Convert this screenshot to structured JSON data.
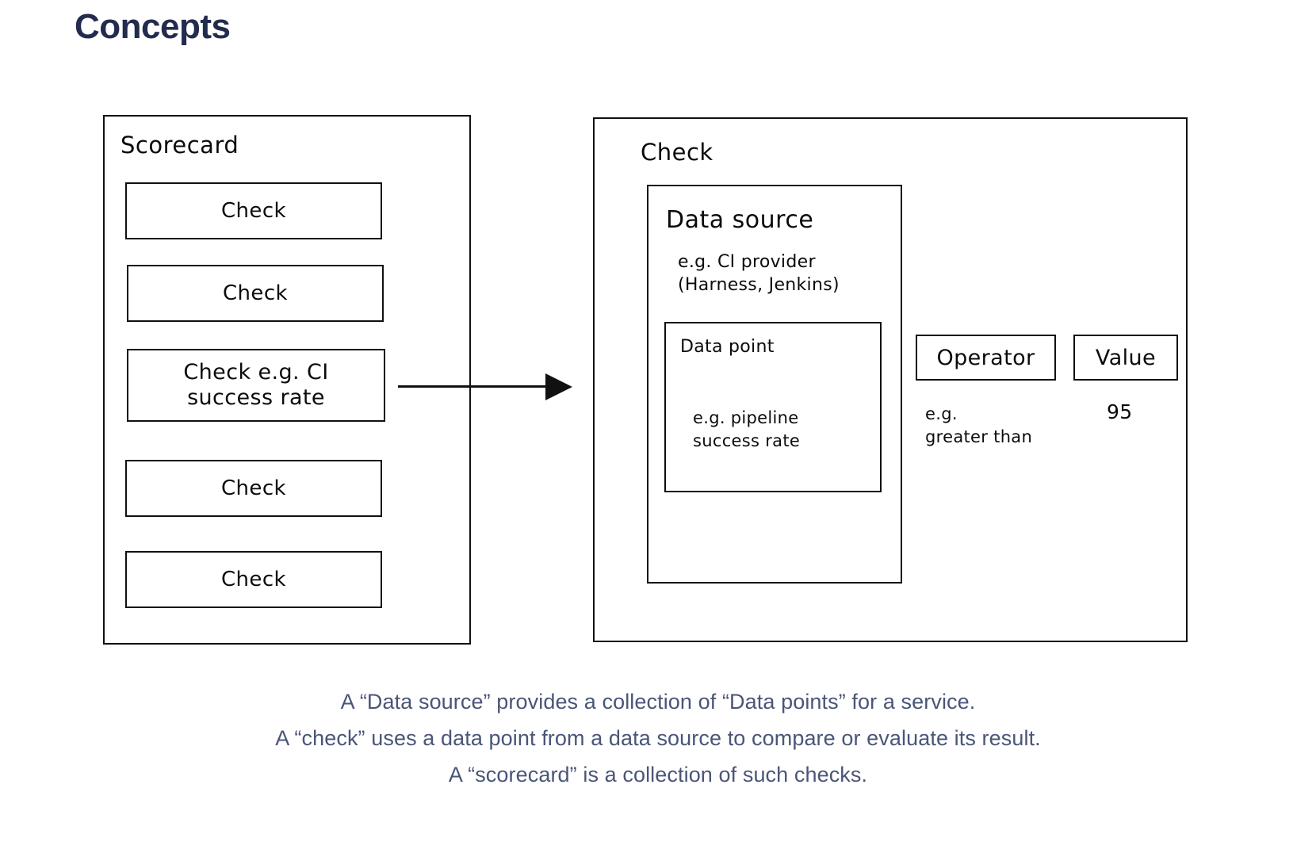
{
  "page": {
    "title": "Concepts",
    "title_color": "#232c4e",
    "caption_color": "#4a5578",
    "stroke_color": "#101010",
    "background": "#ffffff"
  },
  "diagram": {
    "scorecard": {
      "title": "Scorecard",
      "checks": [
        {
          "label": "Check"
        },
        {
          "label": "Check"
        },
        {
          "label": "Check e.g. CI\nsuccess rate"
        },
        {
          "label": "Check"
        },
        {
          "label": "Check"
        }
      ]
    },
    "arrow": {
      "name": "arrow-right",
      "from": "check-e-g-ci-success-rate",
      "to": "check-detail-panel"
    },
    "check_detail": {
      "title": "Check",
      "data_source": {
        "title": "Data source",
        "example": "e.g. CI provider\n(Harness, Jenkins)",
        "data_point": {
          "title": "Data point",
          "example": "e.g. pipeline\nsuccess rate"
        }
      },
      "operator": {
        "label": "Operator",
        "example": "e.g.\ngreater than"
      },
      "value": {
        "label": "Value",
        "example": "95"
      }
    }
  },
  "caption": {
    "lines": [
      "A “Data source” provides a collection of “Data points” for a service.",
      "A “check” uses a data point from a data source to compare or evaluate its result.",
      "A “scorecard” is a collection of such checks."
    ]
  }
}
